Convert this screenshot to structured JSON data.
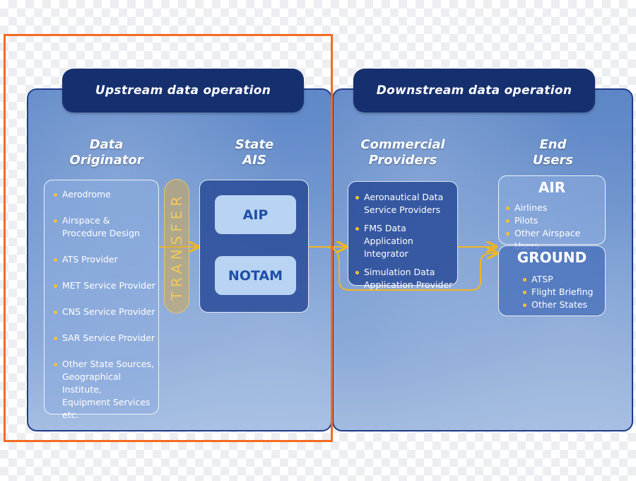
{
  "headers": {
    "upstream": "Upstream data operation",
    "downstream": "Downstream data operation"
  },
  "columns": {
    "originator": [
      "Data",
      "Originator"
    ],
    "state_ais": [
      "State",
      "AIS"
    ],
    "commercial": [
      "Commercial",
      "Providers"
    ],
    "end_users": [
      "End",
      "Users"
    ]
  },
  "originator_items": [
    "Aerodrome",
    "Airspace &",
    "Procedure Design",
    "ATS Provider",
    "MET Service Provider",
    "CNS Service Provider",
    "SAR Service Provider",
    "Other State Sources,",
    "Geographical Institute,",
    "Equipment Services",
    "etc."
  ],
  "transfer_label": "TRANSFER",
  "ais_products": {
    "aip": "AIP",
    "notam": "NOTAM"
  },
  "commercial_items": [
    [
      "Aeronautical Data",
      "Service Providers"
    ],
    [
      "FMS Data Application",
      "Integrator"
    ],
    [
      "Simulation Data",
      "Application Provider"
    ]
  ],
  "air": {
    "title": "AIR",
    "items": [
      "Airlines",
      "Pilots",
      "Other Airspace Users"
    ]
  },
  "ground": {
    "title": "GROUND",
    "items": [
      "ATSP",
      "Flight Briefing",
      "Other States"
    ]
  },
  "colors": {
    "header_bg": "#16306f",
    "frame": "#f36c21",
    "flow_line": "#f2b51f",
    "bullet": "#f4c430",
    "aip_text": "#1f4fa5"
  }
}
